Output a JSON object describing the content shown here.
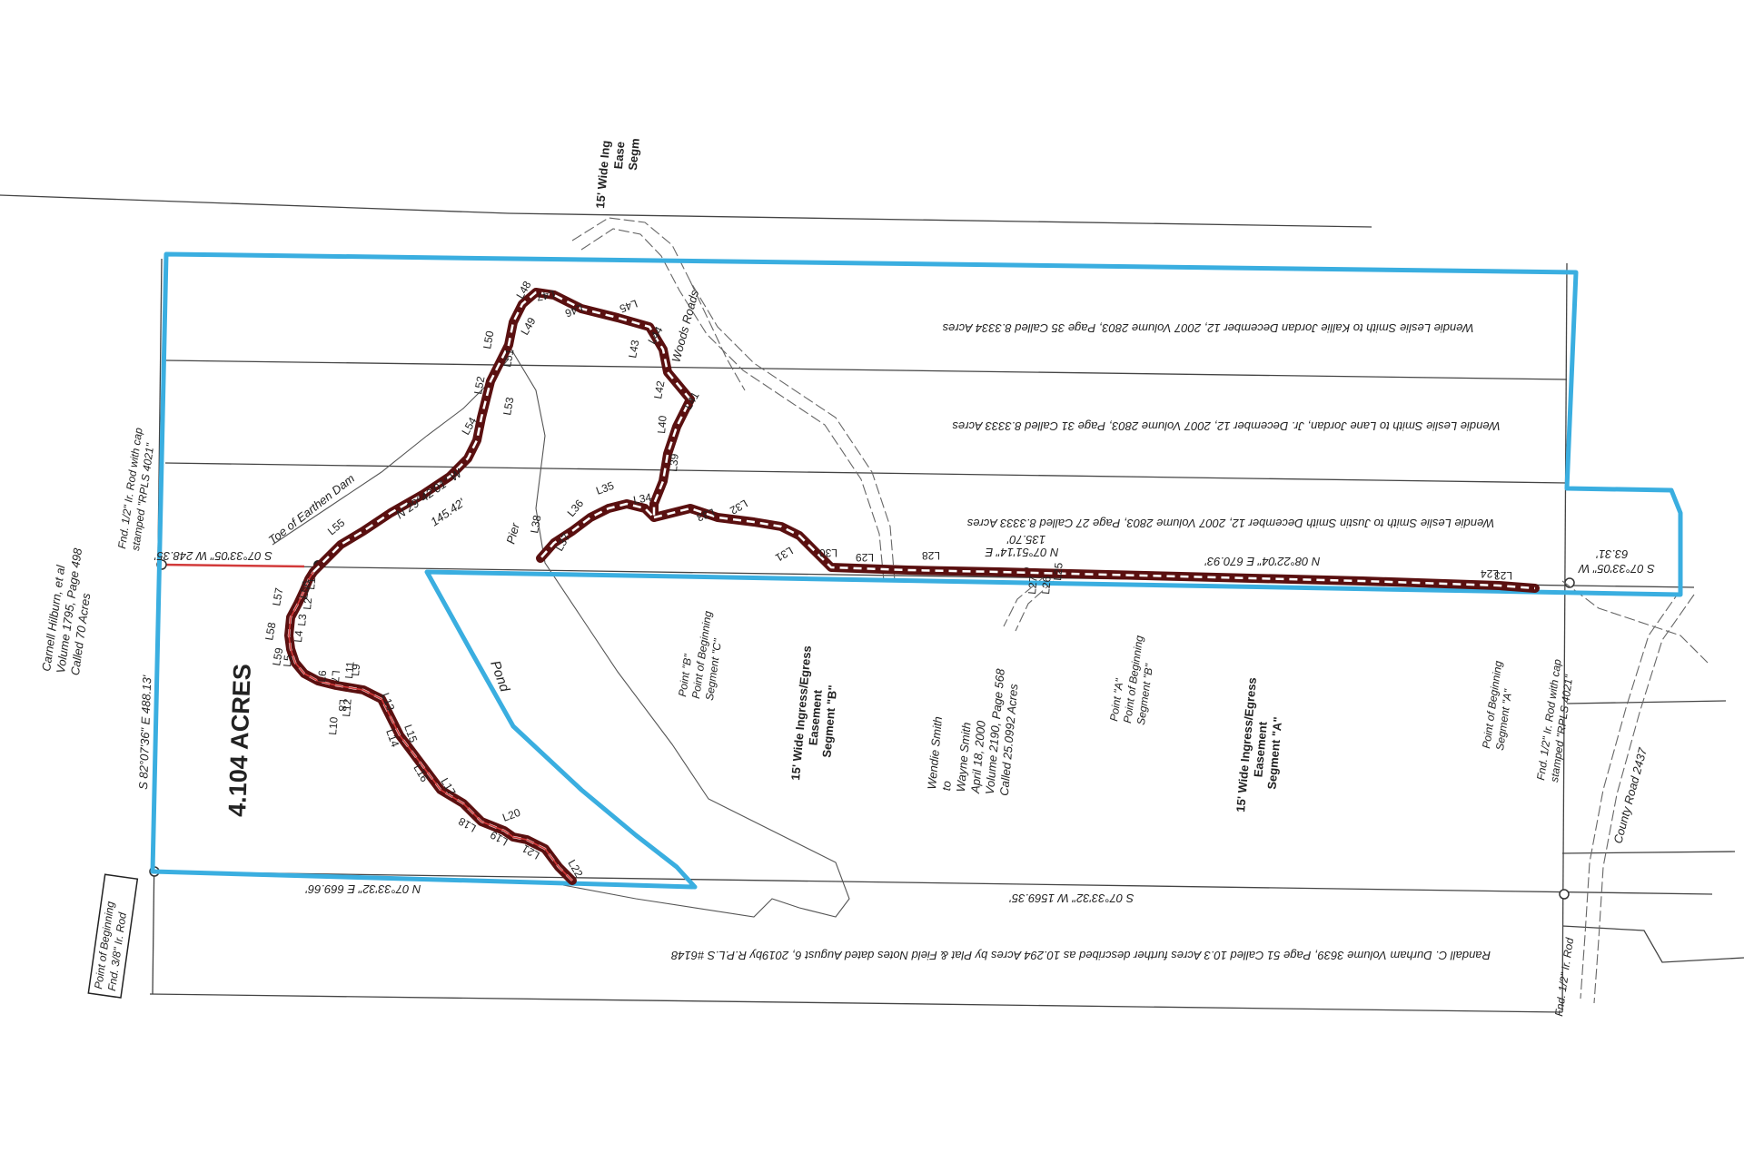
{
  "area_label": "4.104 ACRES",
  "pond_label": "Pond",
  "pier_label": "Pier",
  "dam_label": "Toe of Earthen Dam",
  "woods_roads_label": "Woods Roads",
  "county_road_label": "County Road 2437",
  "neighbor_west": [
    "Carnell Hilburn, et al",
    "Volume 1795, Page 498",
    "Called 70 Acres"
  ],
  "pob_box": [
    "Point of Beginning",
    "Fnd. 3/8\" Ir. Rod"
  ],
  "rod_nw": [
    "Fnd. 1/2\" Ir. Rod with cap",
    "stamped \"RPLS 4021\""
  ],
  "rod_ne": [
    "Fnd. 1/2\" Ir. Rod with cap",
    "stamped \"RPLS 4021\""
  ],
  "rod_se": "Fnd. 1/2\" Ir. Rod",
  "deed_kallie": "Wendie Leslie Smith to Kallie Jordan    December 12, 2007   Volume 2803, Page 35   Called 8.3334 Acres",
  "deed_lane": "Wendie Leslie Smith to Lane Jordan, Jr.    December 12, 2007   Volume 2803, Page 31   Called 8.3333 Acres",
  "deed_justin": "Wendie Leslie Smith to Justin Smith    December 12, 2007   Volume 2803, Page 27   Called 8.3333 Acres",
  "deed_durham": "Randall C. Durham Volume 3639, Page 51 Called 10.3 Acres further described as 10.294 Acres by Plat & Field Notes dated August 6, 2019by R.P.L.S #6148",
  "deed_wayne": [
    "Wendie Smith",
    "to",
    "Wayne Smith",
    "April 18, 2000",
    "Volume 2190, Page 568",
    "Called 25.0992 Acres"
  ],
  "bearings": {
    "west_line": "S 82°07'36\" E  488.13'",
    "north_short": "S 07°33'05\" W  248.35'",
    "south_left": "N 07°33'32\" E  669.66'",
    "south_long": "S 07°33'32\" W  1569.35'",
    "east_short": [
      "S 07°33'05\" W",
      "63.31'"
    ],
    "dam": [
      "N 29°42'01\" W",
      "145.42'"
    ],
    "center_b": [
      "N 07°51'14\" E",
      "135.70'"
    ],
    "center_a": "N 08°22'04\" E  670.93'"
  },
  "easement_top": [
    "15' Wide Ing",
    "Ease",
    "Segm"
  ],
  "easement_b": [
    "15' Wide Ingress/Egress",
    "Easement",
    "Segment \"B\""
  ],
  "easement_a": [
    "15' Wide Ingress/Egress",
    "Easement",
    "Segment \"A\""
  ],
  "point_a": [
    "Point \"A\"",
    "Point of Beginning",
    "Segment \"B\""
  ],
  "point_b": [
    "Point \"B\"",
    "Point of Beginning",
    "Segment \"C\""
  ],
  "pob_seg_a": [
    "Point of Beginning",
    "Segment \"A\""
  ],
  "line_labels": [
    "L1",
    "L2",
    "L3",
    "L4",
    "L5",
    "L6",
    "L7",
    "L8",
    "L9",
    "L10",
    "L11",
    "L12",
    "L13",
    "L14",
    "L15",
    "L16",
    "L17",
    "L18",
    "L19",
    "L20",
    "L21",
    "L22",
    "L23",
    "L24",
    "L25",
    "L26",
    "L27",
    "L28",
    "L29",
    "L30",
    "L31",
    "L32",
    "L33",
    "L34",
    "L35",
    "L36",
    "L37",
    "L38",
    "L39",
    "L40",
    "L41",
    "L42",
    "L43",
    "L44",
    "L45",
    "L46",
    "L47",
    "L48",
    "L49",
    "L50",
    "L51",
    "L52",
    "L53",
    "L54",
    "L55",
    "L56",
    "L57",
    "L58",
    "L59"
  ],
  "colors": {
    "tract_outline": "#3aaee0",
    "easement_fill": "#5a1010",
    "easement_edge": "#d23a3a",
    "north_line": "#d23a3a"
  }
}
